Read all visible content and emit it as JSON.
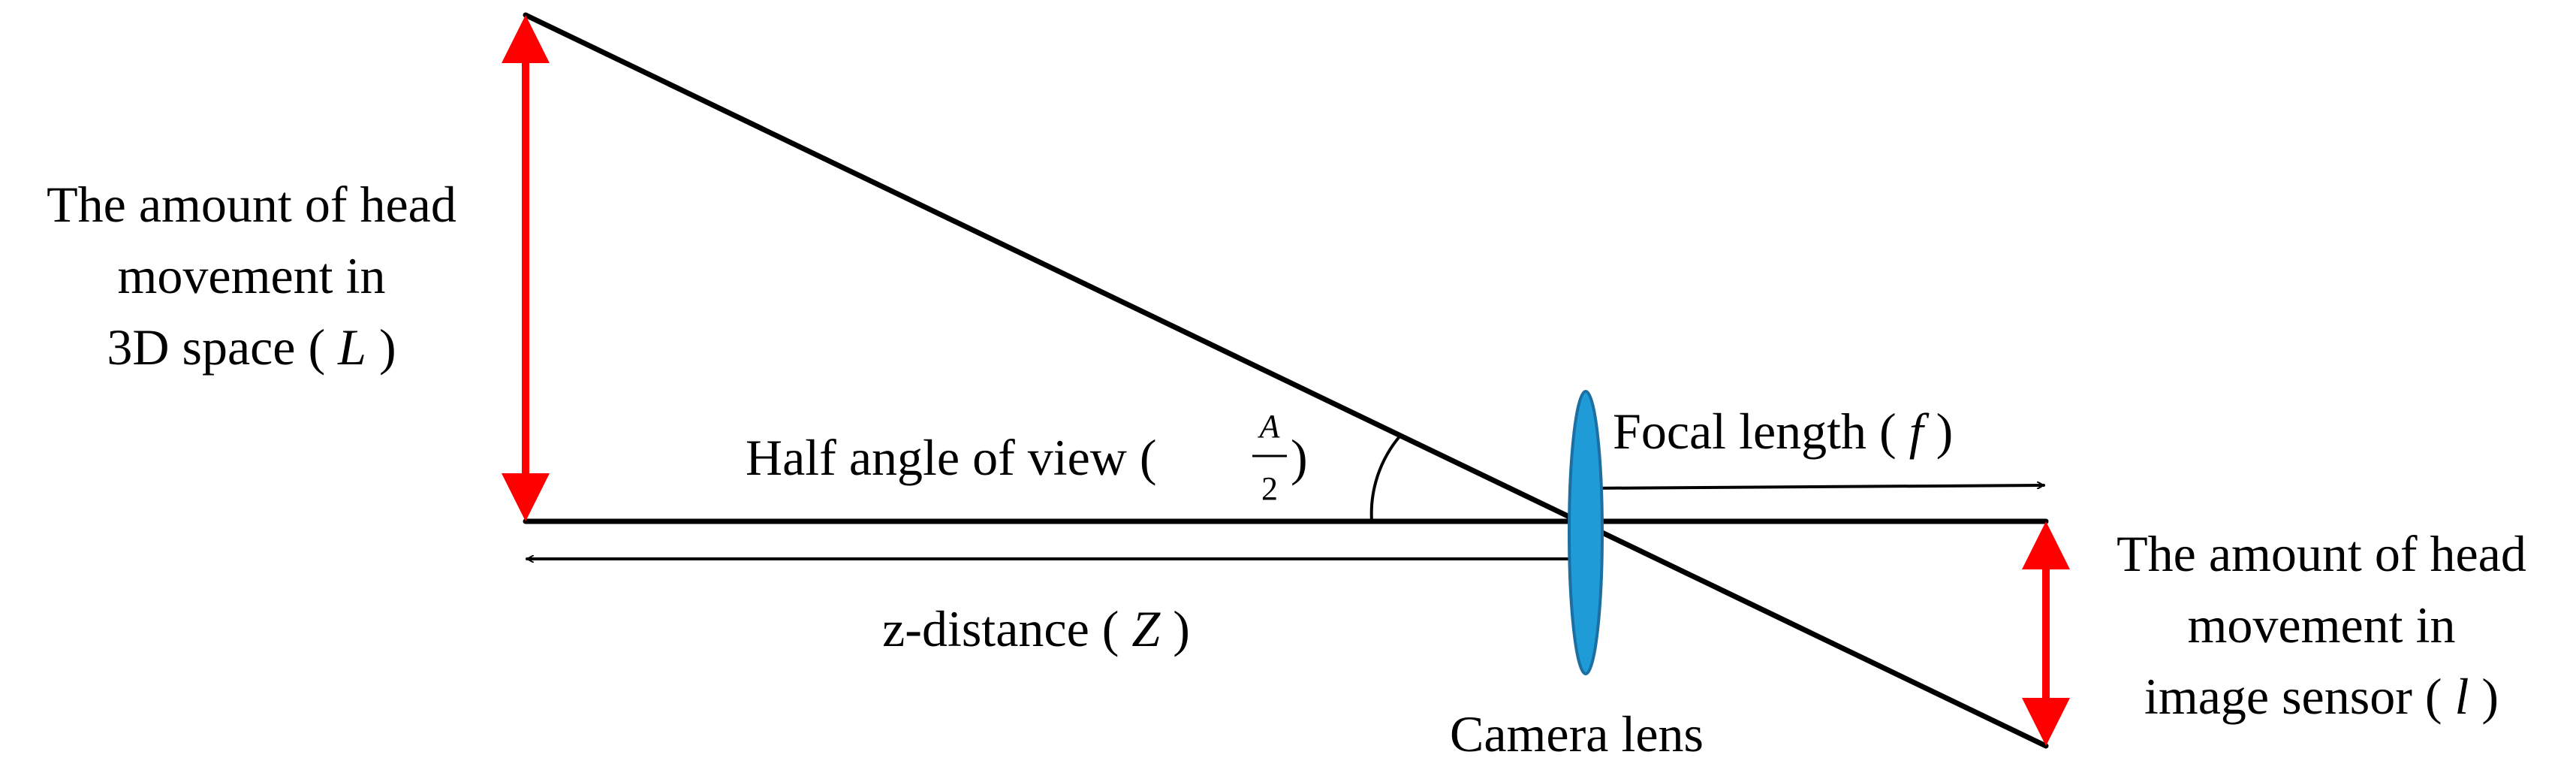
{
  "labels": {
    "head_movement_3d": {
      "line1": "The amount of head",
      "line2": "movement in",
      "line3_prefix": "3D space ( ",
      "line3_symbol": "L",
      "line3_suffix": " )"
    },
    "half_angle": {
      "prefix": "Half angle of view ( ",
      "numerator": "A",
      "denominator": "2",
      "suffix": " )"
    },
    "focal_length": {
      "prefix": "Focal length ( ",
      "symbol": "f",
      "suffix": " )"
    },
    "z_distance": {
      "prefix": "z-distance ( ",
      "symbol": "Z",
      "suffix": " )"
    },
    "camera_lens": "Camera lens",
    "head_movement_sensor": {
      "line1": "The amount of head",
      "line2": "movement in",
      "line3_prefix": "image sensor ( ",
      "line3_symbol": "l",
      "line3_suffix": " )"
    }
  },
  "colors": {
    "movement_arrows": "#ff0000",
    "lens_fill": "#1f9bd7",
    "lens_stroke": "#1b6fa3",
    "lines": "#000000"
  }
}
